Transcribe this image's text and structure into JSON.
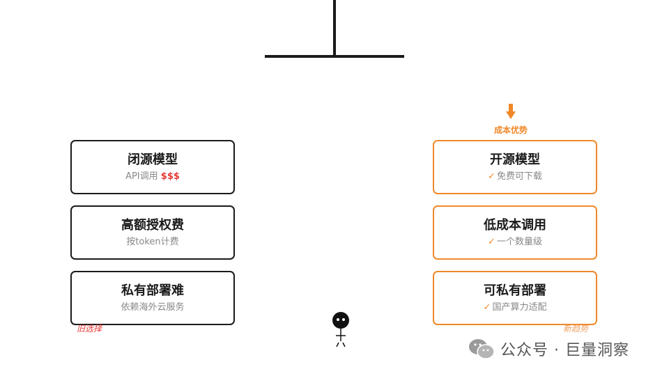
{
  "left_column": {
    "cards": [
      {
        "title": "闭源模型",
        "sub_prefix": "API调用 ",
        "sub_highlight": "$$$"
      },
      {
        "title": "高额授权费",
        "sub": "按token计费"
      },
      {
        "title": "私有部署难",
        "sub": "依赖海外云服务"
      }
    ],
    "tag": "旧选择"
  },
  "right_column": {
    "arrow_label": "成本优势",
    "check_mark": "✓",
    "cards": [
      {
        "title": "开源模型",
        "sub": "免费可下载"
      },
      {
        "title": "低成本调用",
        "sub": "一个数量级"
      },
      {
        "title": "可私有部署",
        "sub": "国产算力适配"
      }
    ],
    "tag": "新趋势"
  },
  "watermark": {
    "text": "公众号 · 巨量洞察",
    "icon": "wechat-icon"
  },
  "colors": {
    "accent": "#f0882a",
    "alert": "#e53935",
    "ink": "#1a1a1a",
    "muted": "#888888"
  }
}
